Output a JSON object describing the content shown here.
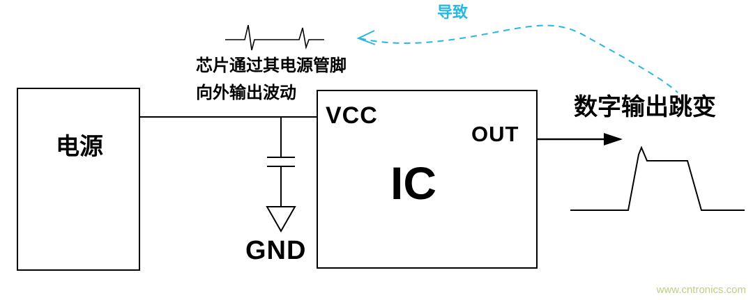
{
  "diagram": {
    "power_label": "电源",
    "vcc_label": "VCC",
    "out_label": "OUT",
    "ic_label": "IC",
    "gnd_label": "GND",
    "noise_caption_line1": "芯片通过其电源管脚",
    "noise_caption_line2": "向外输出波动",
    "cause_label": "导致",
    "digital_output_label": "数字输出跳变",
    "watermark": "www.cntronics.com",
    "colors": {
      "line": "#000000",
      "accent": "#29b7e0",
      "watermark": "#bccf84"
    },
    "icons": [
      "noise-spike-waveform-icon",
      "capacitor-icon",
      "ground-icon",
      "out-arrow-icon",
      "output-pulse-waveform-icon",
      "cause-dashed-arrow-icon"
    ]
  }
}
